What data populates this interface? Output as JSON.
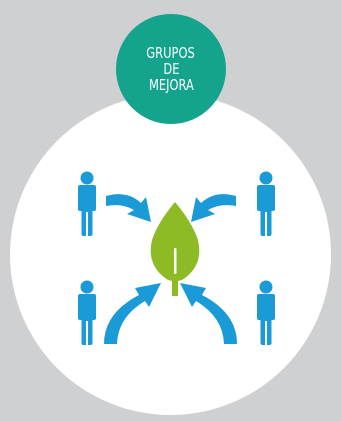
{
  "badge": {
    "lines": [
      "GRUPOS",
      "DE",
      "MEJORA"
    ]
  },
  "colors": {
    "background": "#cfd0d1",
    "circle": "#ffffff",
    "badge": "#14a38c",
    "people_and_arrows": "#1a9ad7",
    "leaf": "#8dbb25",
    "leaf_vein": "#ffffff"
  },
  "icons": {
    "people": [
      "person-icon",
      "person-icon",
      "person-icon",
      "person-icon"
    ],
    "arrows": [
      "curved-arrow-icon",
      "curved-arrow-icon",
      "curved-arrow-icon",
      "curved-arrow-icon"
    ],
    "center": "leaf-icon"
  }
}
